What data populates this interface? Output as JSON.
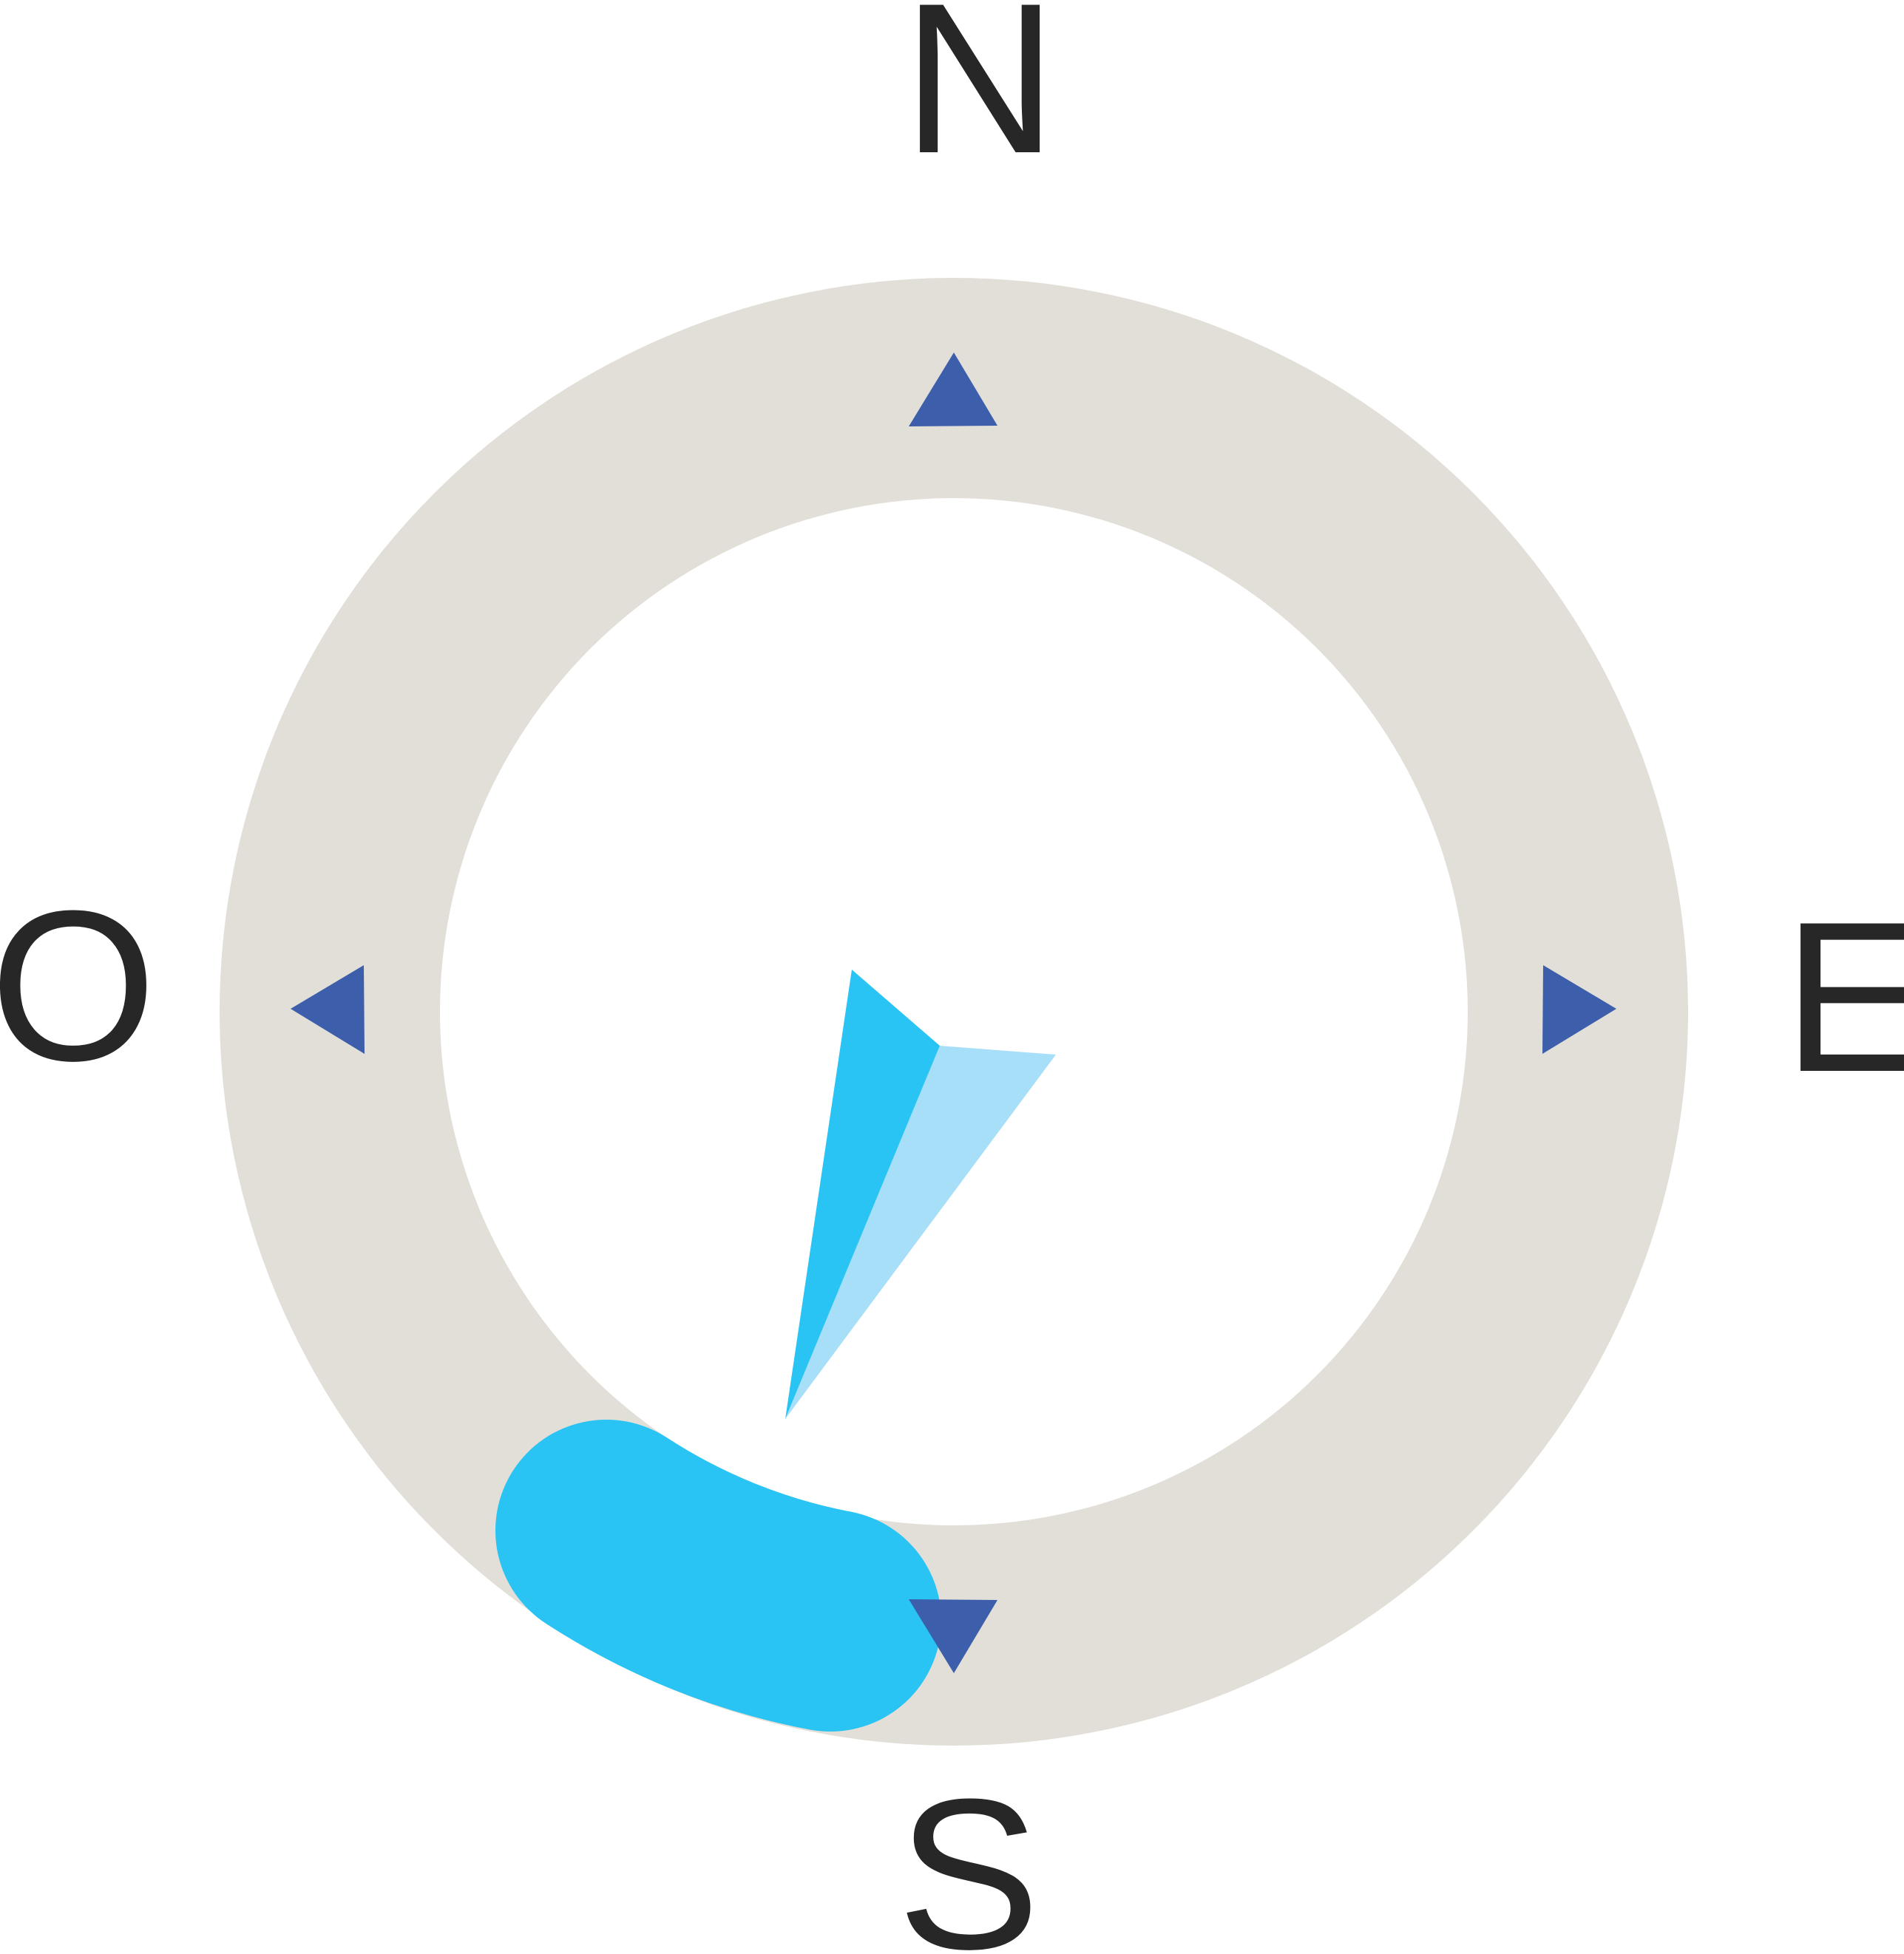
{
  "compass": {
    "cardinals": {
      "north": "N",
      "east": "E",
      "south": "S",
      "west": "O"
    },
    "colors": {
      "background": "#ffffff",
      "ring": "#e1dfd7",
      "direction_markers": "#3d5eaa",
      "needle_primary": "#29c4f3",
      "needle_secondary": "#a7def8",
      "range_arc": "#29c4f3",
      "labels": "#272727"
    },
    "icons": {
      "north_marker": "triangle-up-icon",
      "east_marker": "triangle-right-icon",
      "south_marker": "triangle-down-icon",
      "west_marker": "triangle-left-icon",
      "needle": "compass-needle-icon",
      "range_arc": "heading-range-arc"
    }
  }
}
